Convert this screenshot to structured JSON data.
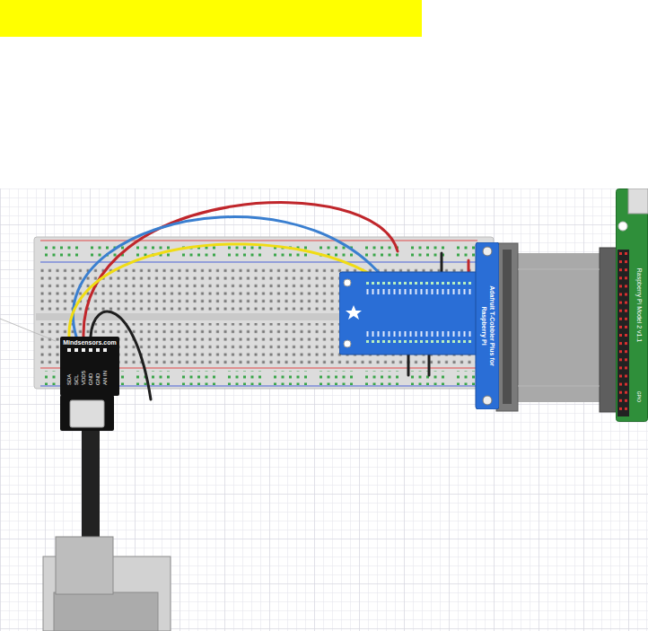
{
  "diagram": {
    "nodes": [
      {
        "text": [
          "Mindsensors.com",
          "SDA",
          "SCL",
          "VDD5",
          "GND",
          "GND",
          "AN IN"
        ]
      },
      {
        "text": [
          "Adafruit T-Cobbler Plus for Raspberry Pi"
        ]
      },
      {
        "text": [
          "Raspberry Pi Model 2 v1.1",
          "GPIO"
        ]
      }
    ],
    "edges": [
      {
        "from": 0,
        "to": 1,
        "arrow": "none"
      },
      {
        "from": 0,
        "to": 1,
        "arrow": "none"
      },
      {
        "from": 1,
        "to": 2,
        "arrow": "none"
      }
    ]
  }
}
